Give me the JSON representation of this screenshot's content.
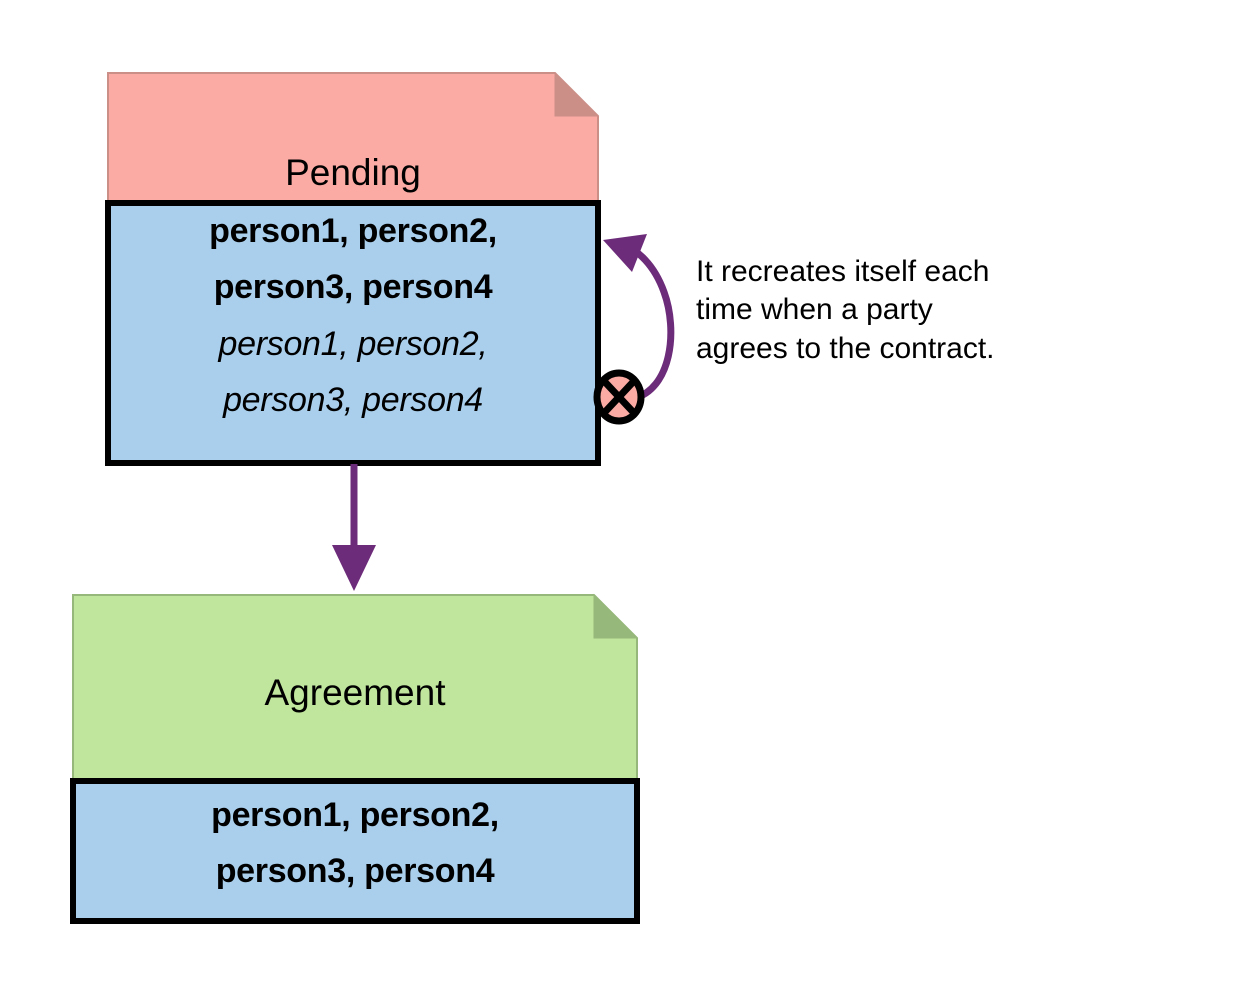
{
  "diagram": {
    "type": "state-transition-diagram",
    "background_color": "#ffffff",
    "palette": {
      "pending_fill": "#fbaaa4",
      "pending_fold": "#cc8f88",
      "agreement_fill": "#c0e59c",
      "agreement_fold": "#96b87a",
      "parties_fill": "#a9cfec",
      "border": "#000000",
      "arrow": "#6d2c7a"
    }
  },
  "nodes": [
    {
      "id": "pending",
      "title": "Pending",
      "title_shape": "note-folded-corner",
      "fill": "#fbaaa4",
      "fold_fill": "#cc8f88",
      "parties_fill": "#a9cfec",
      "parties_bold": [
        "person1, person2,",
        "person3, person4"
      ],
      "parties_italic": [
        "person1, person2,",
        "person3, person4"
      ]
    },
    {
      "id": "agreement",
      "title": "Agreement",
      "title_shape": "note-folded-corner",
      "fill": "#c0e59c",
      "fold_fill": "#96b87a",
      "parties_fill": "#a9cfec",
      "parties_bold": [
        "person1, person2,",
        "person3, person4"
      ],
      "parties_italic": []
    }
  ],
  "edges": [
    {
      "id": "pending-to-agreement",
      "from": "pending",
      "to": "agreement",
      "style": "straight-arrow",
      "color": "#6d2c7a",
      "label": ""
    },
    {
      "id": "pending-self-loop",
      "from": "pending",
      "to": "pending",
      "style": "curved-self-loop-arrow",
      "color": "#6d2c7a",
      "source_marker": "circled-x",
      "label": ""
    }
  ],
  "annotations": [
    {
      "id": "recreate-note",
      "lines": [
        "It recreates itself each",
        "time when a party",
        "agrees to the contract."
      ],
      "text": "It recreates itself each time when a party agrees to the contract."
    }
  ],
  "markers": {
    "circled_x": {
      "name": "circled-x-marker",
      "fill": "#fbaaa4",
      "stroke": "#000000"
    }
  }
}
